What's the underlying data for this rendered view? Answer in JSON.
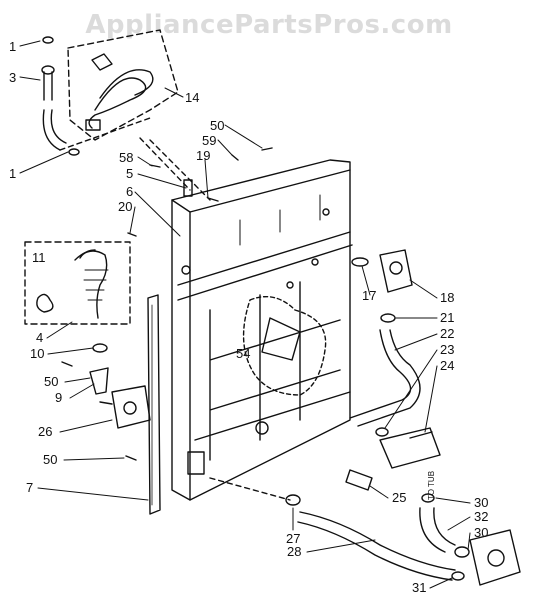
{
  "watermark": "AppliancePartsPros.com",
  "callouts": [
    {
      "id": "c1a",
      "label": "1"
    },
    {
      "id": "c3",
      "label": "3"
    },
    {
      "id": "c14",
      "label": "14"
    },
    {
      "id": "c1b",
      "label": "1"
    },
    {
      "id": "c50a",
      "label": "50"
    },
    {
      "id": "c59",
      "label": "59"
    },
    {
      "id": "c58",
      "label": "58"
    },
    {
      "id": "c19",
      "label": "19"
    },
    {
      "id": "c5",
      "label": "5"
    },
    {
      "id": "c6",
      "label": "6"
    },
    {
      "id": "c20",
      "label": "20"
    },
    {
      "id": "c11",
      "label": "11"
    },
    {
      "id": "c4",
      "label": "4"
    },
    {
      "id": "c10",
      "label": "10"
    },
    {
      "id": "c17",
      "label": "17"
    },
    {
      "id": "c18",
      "label": "18"
    },
    {
      "id": "c21",
      "label": "21"
    },
    {
      "id": "c22",
      "label": "22"
    },
    {
      "id": "c23",
      "label": "23"
    },
    {
      "id": "c24",
      "label": "24"
    },
    {
      "id": "c54",
      "label": "54"
    },
    {
      "id": "c50b",
      "label": "50"
    },
    {
      "id": "c9",
      "label": "9"
    },
    {
      "id": "c26",
      "label": "26"
    },
    {
      "id": "c50c",
      "label": "50"
    },
    {
      "id": "c7",
      "label": "7"
    },
    {
      "id": "c25",
      "label": "25"
    },
    {
      "id": "c27",
      "label": "27"
    },
    {
      "id": "c28",
      "label": "28"
    },
    {
      "id": "c30a",
      "label": "30"
    },
    {
      "id": "c32",
      "label": "32"
    },
    {
      "id": "c30b",
      "label": "30"
    },
    {
      "id": "c31",
      "label": "31"
    }
  ],
  "tub_note": "TO TUB"
}
